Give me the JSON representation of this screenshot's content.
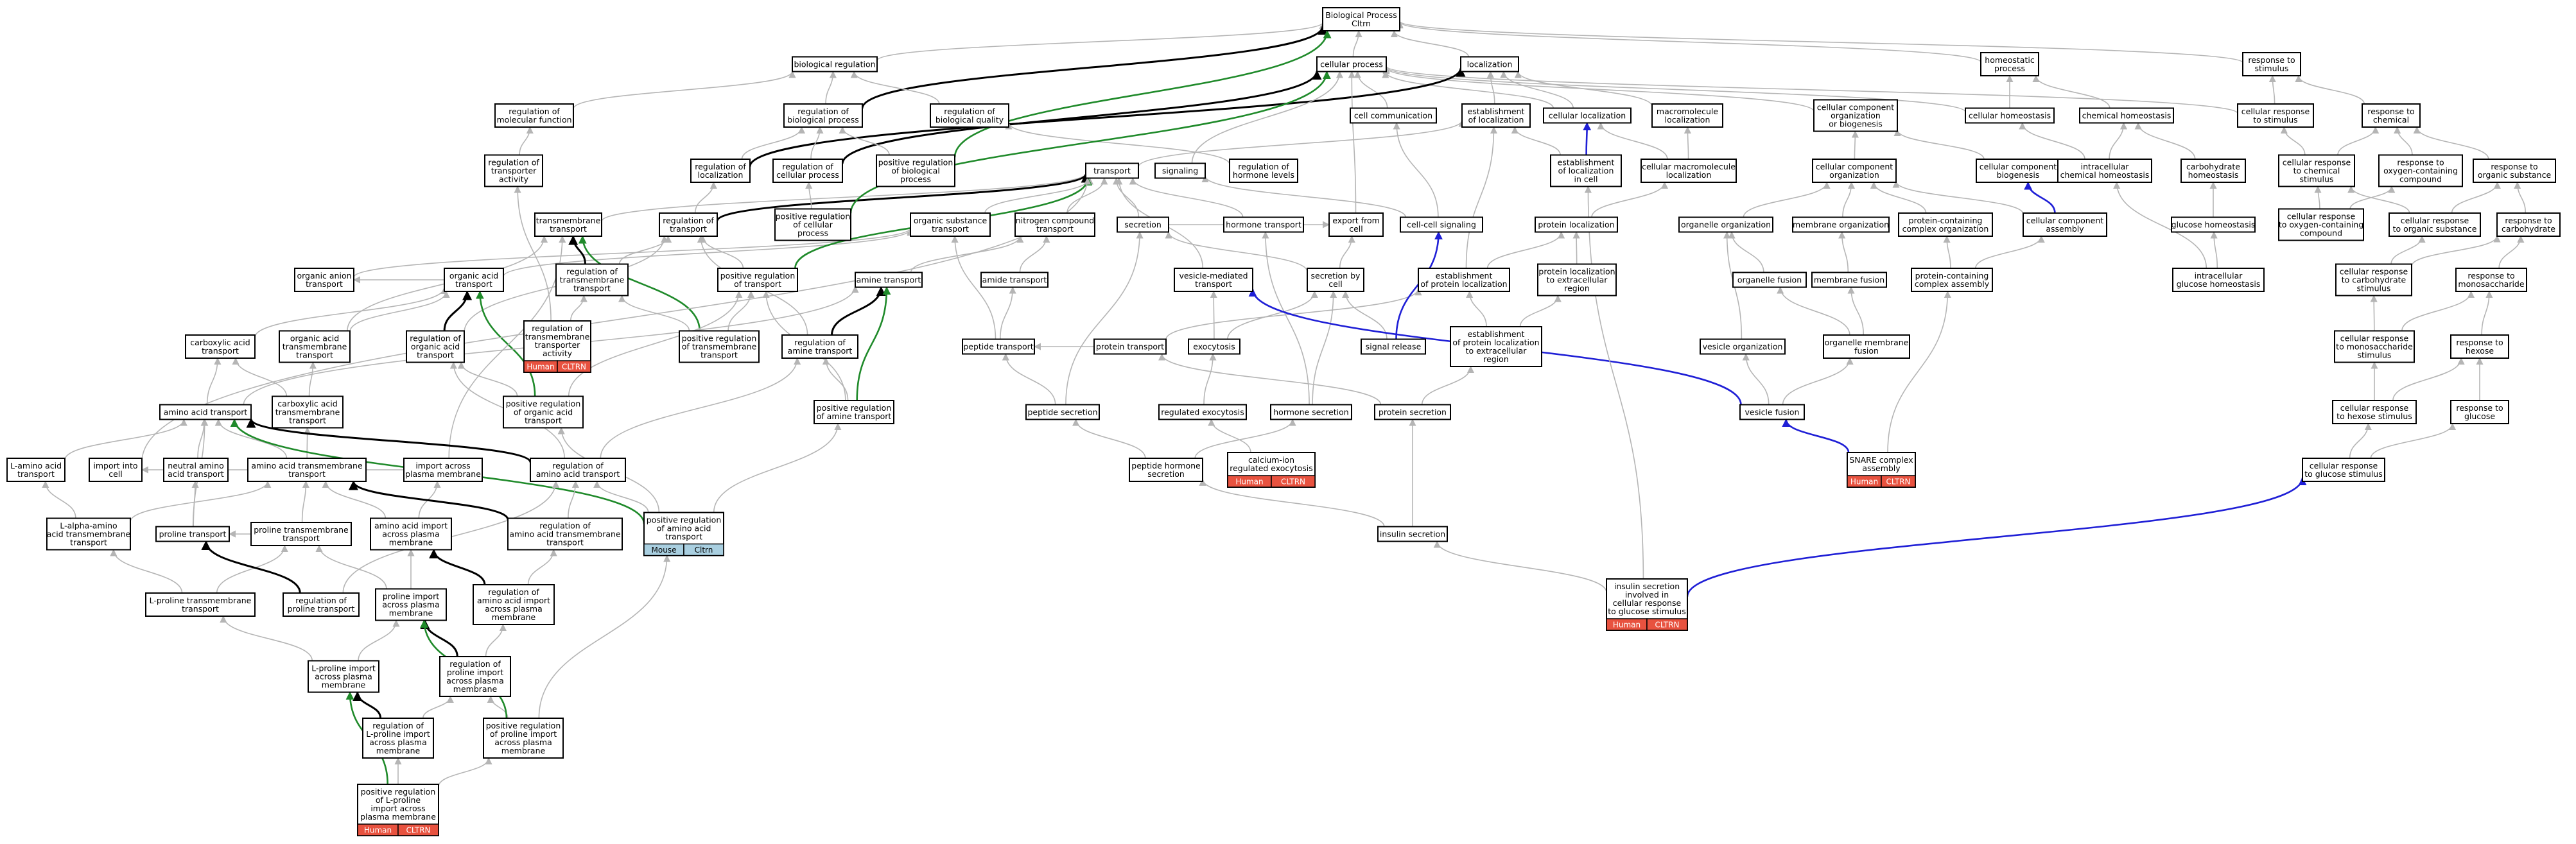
{
  "colors": {
    "node_fill": "#ffffff",
    "node_stroke": "#000000",
    "edge_is_a": "#b5b5b5",
    "edge_part_of": "#000000",
    "edge_positively_regulates": "#1f8a2a",
    "edge_regulates": "#1f1fd6",
    "badge_human": "#e8523f",
    "badge_mouse": "#a9cfe0"
  },
  "nodes": [
    {
      "id": "bp",
      "lines": [
        "Biological Process",
        "Cltrn"
      ]
    },
    {
      "id": "biolreg",
      "lines": [
        "biological regulation"
      ]
    },
    {
      "id": "cellproc",
      "lines": [
        "cellular process"
      ]
    },
    {
      "id": "localization",
      "lines": [
        "localization"
      ]
    },
    {
      "id": "homeoproc",
      "lines": [
        "homeostatic",
        "process"
      ]
    },
    {
      "id": "resp_stim",
      "lines": [
        "response to",
        "stimulus"
      ]
    },
    {
      "id": "reg_mol_func",
      "lines": [
        "regulation of",
        "molecular function"
      ]
    },
    {
      "id": "reg_bp",
      "lines": [
        "regulation of",
        "biological process"
      ]
    },
    {
      "id": "reg_bq",
      "lines": [
        "regulation of",
        "biological quality"
      ]
    },
    {
      "id": "cell_comm",
      "lines": [
        "cell communication"
      ]
    },
    {
      "id": "est_loc",
      "lines": [
        "establishment",
        "of localization"
      ]
    },
    {
      "id": "cell_loc",
      "lines": [
        "cellular localization"
      ]
    },
    {
      "id": "macro_loc",
      "lines": [
        "macromolecule",
        "localization"
      ]
    },
    {
      "id": "ccob",
      "lines": [
        "cellular component",
        "organization",
        "or biogenesis"
      ]
    },
    {
      "id": "cell_homeo",
      "lines": [
        "cellular homeostasis"
      ]
    },
    {
      "id": "chem_homeo",
      "lines": [
        "chemical homeostasis"
      ]
    },
    {
      "id": "cell_resp_stim",
      "lines": [
        "cellular response",
        "to stimulus"
      ]
    },
    {
      "id": "resp_chem",
      "lines": [
        "response to",
        "chemical"
      ]
    },
    {
      "id": "reg_transporter",
      "lines": [
        "regulation of",
        "transporter",
        "activity"
      ]
    },
    {
      "id": "reg_loc",
      "lines": [
        "regulation of",
        "localization"
      ]
    },
    {
      "id": "reg_cellproc",
      "lines": [
        "regulation of",
        "cellular process"
      ]
    },
    {
      "id": "pos_reg_bp",
      "lines": [
        "positive regulation",
        "of biological",
        "process"
      ]
    },
    {
      "id": "transport",
      "lines": [
        "transport"
      ]
    },
    {
      "id": "signaling",
      "lines": [
        "signaling"
      ]
    },
    {
      "id": "reg_hormone",
      "lines": [
        "regulation of",
        "hormone levels"
      ]
    },
    {
      "id": "est_loc_cell",
      "lines": [
        "establishment",
        "of localization",
        "in cell"
      ]
    },
    {
      "id": "cell_macro_loc",
      "lines": [
        "cellular macromolecule",
        "localization"
      ]
    },
    {
      "id": "cco",
      "lines": [
        "cellular component",
        "organization"
      ]
    },
    {
      "id": "ccb",
      "lines": [
        "cellular component",
        "biogenesis"
      ]
    },
    {
      "id": "intra_chem_homeo",
      "lines": [
        "intracellular",
        "chemical homeostasis"
      ]
    },
    {
      "id": "carb_homeo",
      "lines": [
        "carbohydrate",
        "homeostasis"
      ]
    },
    {
      "id": "cell_resp_chem",
      "lines": [
        "cellular response",
        "to chemical",
        "stimulus"
      ]
    },
    {
      "id": "resp_oxy",
      "lines": [
        "response to",
        "oxygen-containing",
        "compound"
      ]
    },
    {
      "id": "resp_org",
      "lines": [
        "response to",
        "organic substance"
      ]
    },
    {
      "id": "transmem_transport",
      "lines": [
        "transmembrane",
        "transport"
      ]
    },
    {
      "id": "reg_transport",
      "lines": [
        "regulation of",
        "transport"
      ]
    },
    {
      "id": "pos_reg_cellproc",
      "lines": [
        "positive regulation",
        "of cellular",
        "process"
      ]
    },
    {
      "id": "org_sub_transport",
      "lines": [
        "organic substance",
        "transport"
      ]
    },
    {
      "id": "nitro_transport",
      "lines": [
        "nitrogen compound",
        "transport"
      ]
    },
    {
      "id": "secretion",
      "lines": [
        "secretion"
      ]
    },
    {
      "id": "hormone_transport",
      "lines": [
        "hormone transport"
      ]
    },
    {
      "id": "export_cell",
      "lines": [
        "export from",
        "cell"
      ]
    },
    {
      "id": "cc_signaling",
      "lines": [
        "cell-cell signaling"
      ]
    },
    {
      "id": "protein_loc",
      "lines": [
        "protein localization"
      ]
    },
    {
      "id": "org_org",
      "lines": [
        "organelle organization"
      ]
    },
    {
      "id": "mem_org",
      "lines": [
        "membrane organization"
      ]
    },
    {
      "id": "pcc_org",
      "lines": [
        "protein-containing",
        "complex organization"
      ]
    },
    {
      "id": "cc_assembly",
      "lines": [
        "cellular component",
        "assembly"
      ]
    },
    {
      "id": "glucose_homeo",
      "lines": [
        "glucose homeostasis"
      ]
    },
    {
      "id": "cell_resp_oxy",
      "lines": [
        "cellular response",
        "to oxygen-containing",
        "compound"
      ]
    },
    {
      "id": "cell_resp_org",
      "lines": [
        "cellular response",
        "to organic substance"
      ]
    },
    {
      "id": "resp_carb",
      "lines": [
        "response to",
        "carbohydrate"
      ]
    },
    {
      "id": "org_anion_transport",
      "lines": [
        "organic anion",
        "transport"
      ]
    },
    {
      "id": "org_acid_transport",
      "lines": [
        "organic acid",
        "transport"
      ]
    },
    {
      "id": "reg_transmem_transport",
      "lines": [
        "regulation of",
        "transmembrane",
        "transport"
      ]
    },
    {
      "id": "pos_reg_transport",
      "lines": [
        "positive regulation",
        "of transport"
      ]
    },
    {
      "id": "amine_transport",
      "lines": [
        "amine transport"
      ]
    },
    {
      "id": "amide_transport",
      "lines": [
        "amide transport"
      ]
    },
    {
      "id": "vesicle_transport",
      "lines": [
        "vesicle-mediated",
        "transport"
      ]
    },
    {
      "id": "secretion_cell",
      "lines": [
        "secretion by",
        "cell"
      ]
    },
    {
      "id": "est_protein_loc",
      "lines": [
        "establishment",
        "of protein localization"
      ]
    },
    {
      "id": "protein_loc_extra",
      "lines": [
        "protein localization",
        "to extracellular",
        "region"
      ]
    },
    {
      "id": "organelle_fusion",
      "lines": [
        "organelle fusion"
      ]
    },
    {
      "id": "membrane_fusion",
      "lines": [
        "membrane fusion"
      ]
    },
    {
      "id": "pcc_assembly",
      "lines": [
        "protein-containing",
        "complex assembly"
      ]
    },
    {
      "id": "intra_glucose_homeo",
      "lines": [
        "intracellular",
        "glucose homeostasis"
      ]
    },
    {
      "id": "cell_resp_carb",
      "lines": [
        "cellular response",
        "to carbohydrate",
        "stimulus"
      ]
    },
    {
      "id": "resp_monosac",
      "lines": [
        "response to",
        "monosaccharide"
      ]
    },
    {
      "id": "carbox_transport",
      "lines": [
        "carboxylic acid",
        "transport"
      ]
    },
    {
      "id": "org_acid_transmem",
      "lines": [
        "organic acid",
        "transmembrane",
        "transport"
      ]
    },
    {
      "id": "reg_org_acid",
      "lines": [
        "regulation of",
        "organic acid",
        "transport"
      ]
    },
    {
      "id": "reg_transmem_transporter",
      "lines": [
        "regulation of",
        "transmembrane",
        "transporter",
        "activity"
      ],
      "badges": [
        {
          "label": "Human",
          "kind": "human"
        },
        {
          "label": "CLTRN",
          "kind": "human"
        }
      ]
    },
    {
      "id": "pos_reg_transmem",
      "lines": [
        "positive regulation",
        "of transmembrane",
        "transport"
      ]
    },
    {
      "id": "reg_amine_transport",
      "lines": [
        "regulation of",
        "amine transport"
      ]
    },
    {
      "id": "peptide_transport",
      "lines": [
        "peptide transport"
      ]
    },
    {
      "id": "protein_transport",
      "lines": [
        "protein transport"
      ]
    },
    {
      "id": "exocytosis",
      "lines": [
        "exocytosis"
      ]
    },
    {
      "id": "signal_release",
      "lines": [
        "signal release"
      ]
    },
    {
      "id": "est_protein_loc_extra",
      "lines": [
        "establishment",
        "of protein localization",
        "to extracellular",
        "region"
      ]
    },
    {
      "id": "vesicle_org",
      "lines": [
        "vesicle organization"
      ]
    },
    {
      "id": "organelle_mem_fusion",
      "lines": [
        "organelle membrane",
        "fusion"
      ]
    },
    {
      "id": "cell_resp_monosac",
      "lines": [
        "cellular response",
        "to monosaccharide",
        "stimulus"
      ]
    },
    {
      "id": "resp_hexose",
      "lines": [
        "response to",
        "hexose"
      ]
    },
    {
      "id": "carbox_transmem",
      "lines": [
        "carboxylic acid",
        "transmembrane",
        "transport"
      ]
    },
    {
      "id": "pos_reg_org_acid",
      "lines": [
        "positive regulation",
        "of organic acid",
        "transport"
      ]
    },
    {
      "id": "pos_reg_amine",
      "lines": [
        "positive regulation",
        "of amine transport"
      ]
    },
    {
      "id": "peptide_secretion",
      "lines": [
        "peptide secretion"
      ]
    },
    {
      "id": "regulated_exocytosis",
      "lines": [
        "regulated exocytosis"
      ]
    },
    {
      "id": "hormone_secretion",
      "lines": [
        "hormone secretion"
      ]
    },
    {
      "id": "protein_secretion",
      "lines": [
        "protein secretion"
      ]
    },
    {
      "id": "vesicle_fusion",
      "lines": [
        "vesicle fusion"
      ]
    },
    {
      "id": "cell_resp_hexose",
      "lines": [
        "cellular response",
        "to hexose stimulus"
      ]
    },
    {
      "id": "resp_glucose",
      "lines": [
        "response to",
        "glucose"
      ]
    },
    {
      "id": "amino_acid_transport",
      "lines": [
        "amino acid transport"
      ]
    },
    {
      "id": "l_amino_transport",
      "lines": [
        "L-amino acid",
        "transport"
      ]
    },
    {
      "id": "import_cell",
      "lines": [
        "import into",
        "cell"
      ]
    },
    {
      "id": "neutral_amino",
      "lines": [
        "neutral amino",
        "acid transport"
      ]
    },
    {
      "id": "amino_transmem",
      "lines": [
        "amino acid transmembrane",
        "transport"
      ]
    },
    {
      "id": "import_across_pm",
      "lines": [
        "import across",
        "plasma membrane"
      ]
    },
    {
      "id": "reg_amino_transport",
      "lines": [
        "regulation of",
        "amino acid transport"
      ]
    },
    {
      "id": "pos_reg_amino",
      "lines": [
        "positive regulation",
        "of amino acid",
        "transport"
      ],
      "badges": [
        {
          "label": "Mouse",
          "kind": "mouse"
        },
        {
          "label": "Cltrn",
          "kind": "mouse"
        }
      ]
    },
    {
      "id": "calcium_exocytosis",
      "lines": [
        "calcium-ion",
        "regulated exocytosis"
      ],
      "badges": [
        {
          "label": "Human",
          "kind": "human"
        },
        {
          "label": "CLTRN",
          "kind": "human"
        }
      ]
    },
    {
      "id": "peptide_hormone_secretion",
      "lines": [
        "peptide hormone",
        "secretion"
      ]
    },
    {
      "id": "snare",
      "lines": [
        "SNARE complex",
        "assembly"
      ],
      "badges": [
        {
          "label": "Human",
          "kind": "human"
        },
        {
          "label": "CLTRN",
          "kind": "human"
        }
      ]
    },
    {
      "id": "cell_resp_glucose",
      "lines": [
        "cellular response",
        "to glucose stimulus"
      ]
    },
    {
      "id": "l_alpha_transmem",
      "lines": [
        "L-alpha-amino",
        "acid transmembrane",
        "transport"
      ]
    },
    {
      "id": "proline_transport",
      "lines": [
        "proline transport"
      ]
    },
    {
      "id": "proline_transmem",
      "lines": [
        "proline transmembrane",
        "transport"
      ]
    },
    {
      "id": "amino_import_pm",
      "lines": [
        "amino acid import",
        "across plasma",
        "membrane"
      ]
    },
    {
      "id": "reg_amino_transmem",
      "lines": [
        "regulation of",
        "amino acid transmembrane",
        "transport"
      ]
    },
    {
      "id": "insulin_secretion",
      "lines": [
        "insulin secretion"
      ]
    },
    {
      "id": "l_proline_transmem",
      "lines": [
        "L-proline transmembrane",
        "transport"
      ]
    },
    {
      "id": "reg_proline_transport",
      "lines": [
        "regulation of",
        "proline transport"
      ]
    },
    {
      "id": "proline_import_pm",
      "lines": [
        "proline import",
        "across plasma",
        "membrane"
      ]
    },
    {
      "id": "reg_amino_import_pm",
      "lines": [
        "regulation of",
        "amino acid import",
        "across plasma",
        "membrane"
      ]
    },
    {
      "id": "insulin_glucose",
      "lines": [
        "insulin secretion",
        "involved in",
        "cellular response",
        "to glucose stimulus"
      ],
      "badges": [
        {
          "label": "Human",
          "kind": "human"
        },
        {
          "label": "CLTRN",
          "kind": "human"
        }
      ]
    },
    {
      "id": "l_proline_import_pm",
      "lines": [
        "L-proline import",
        "across plasma",
        "membrane"
      ]
    },
    {
      "id": "reg_proline_import",
      "lines": [
        "regulation of",
        "proline import",
        "across plasma",
        "membrane"
      ]
    },
    {
      "id": "reg_l_proline_import",
      "lines": [
        "regulation of",
        "L-proline import",
        "across plasma",
        "membrane"
      ]
    },
    {
      "id": "pos_reg_proline_import",
      "lines": [
        "positive regulation",
        "of proline import",
        "across plasma",
        "membrane"
      ]
    },
    {
      "id": "pos_reg_l_proline_import",
      "lines": [
        "positive regulation",
        "of L-proline",
        "import across",
        "plasma membrane"
      ],
      "badges": [
        {
          "label": "Human",
          "kind": "human"
        },
        {
          "label": "CLTRN",
          "kind": "human"
        }
      ]
    }
  ]
}
